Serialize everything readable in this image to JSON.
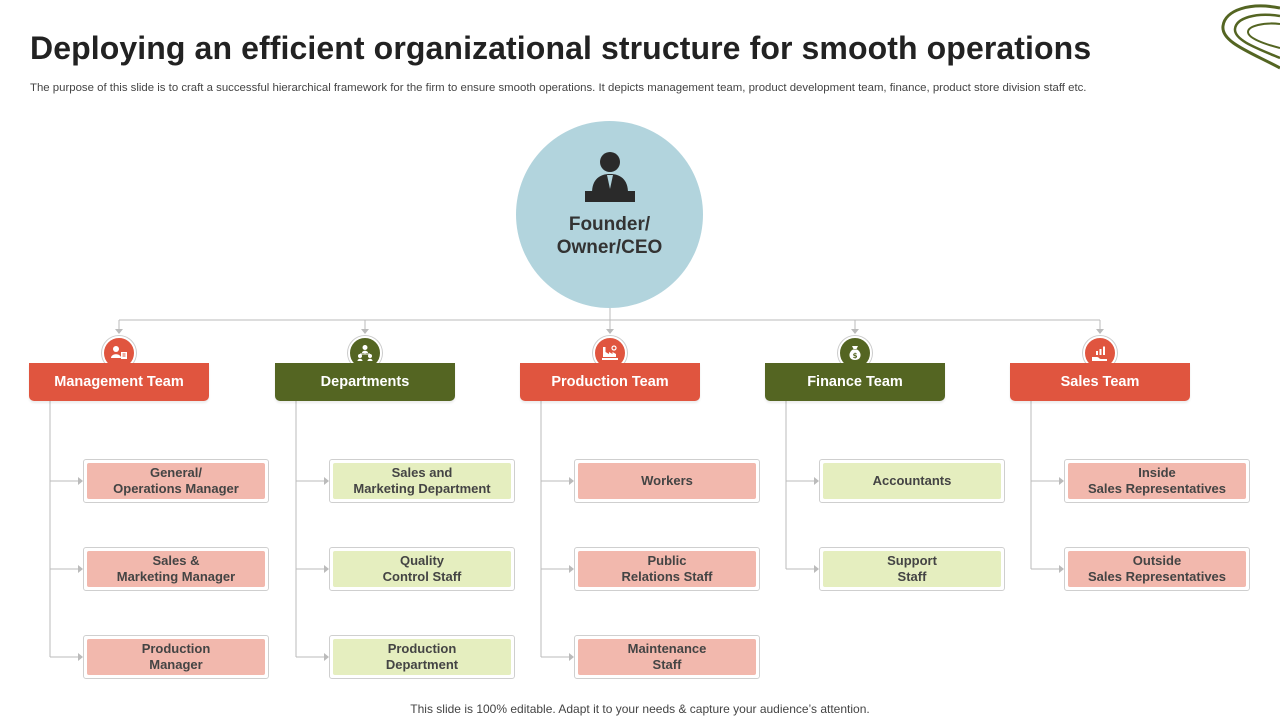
{
  "header": {
    "title": "Deploying an efficient organizational structure for smooth operations",
    "subtitle": "The purpose of this slide is to craft a successful hierarchical framework for the firm to ensure smooth operations. It depicts management team, product development team, finance, product store division staff etc."
  },
  "root": {
    "label": "Founder/\nOwner/CEO",
    "icon": "executive-icon",
    "color": "#b2d4dd"
  },
  "colors": {
    "red": "#e0553f",
    "green": "#546522",
    "pink_fill": "#f2b8ad",
    "green_fill": "#e5eebf",
    "connector": "#bbbbbb"
  },
  "teams": [
    {
      "label": "Management Team",
      "icon": "management-icon",
      "color": "red",
      "children": [
        "General/\nOperations Manager",
        "Sales &\nMarketing Manager",
        "Production\nManager"
      ]
    },
    {
      "label": "Departments",
      "icon": "hierarchy-icon",
      "color": "green",
      "children": [
        "Sales and\nMarketing Department",
        "Quality\nControl  Staff",
        "Production\nDepartment"
      ]
    },
    {
      "label": "Production Team",
      "icon": "factory-icon",
      "color": "red",
      "children": [
        "Workers",
        "Public\nRelations Staff",
        "Maintenance\nStaff"
      ]
    },
    {
      "label": "Finance Team",
      "icon": "money-bag-icon",
      "color": "green",
      "children": [
        "Accountants",
        "Support\nStaff"
      ]
    },
    {
      "label": "Sales Team",
      "icon": "sales-growth-icon",
      "color": "red",
      "children": [
        "Inside\nSales Representatives",
        "Outside\nSales Representatives"
      ]
    }
  ],
  "footer": {
    "text": "This slide is 100% editable. Adapt it to your needs & capture your audience’s attention."
  }
}
